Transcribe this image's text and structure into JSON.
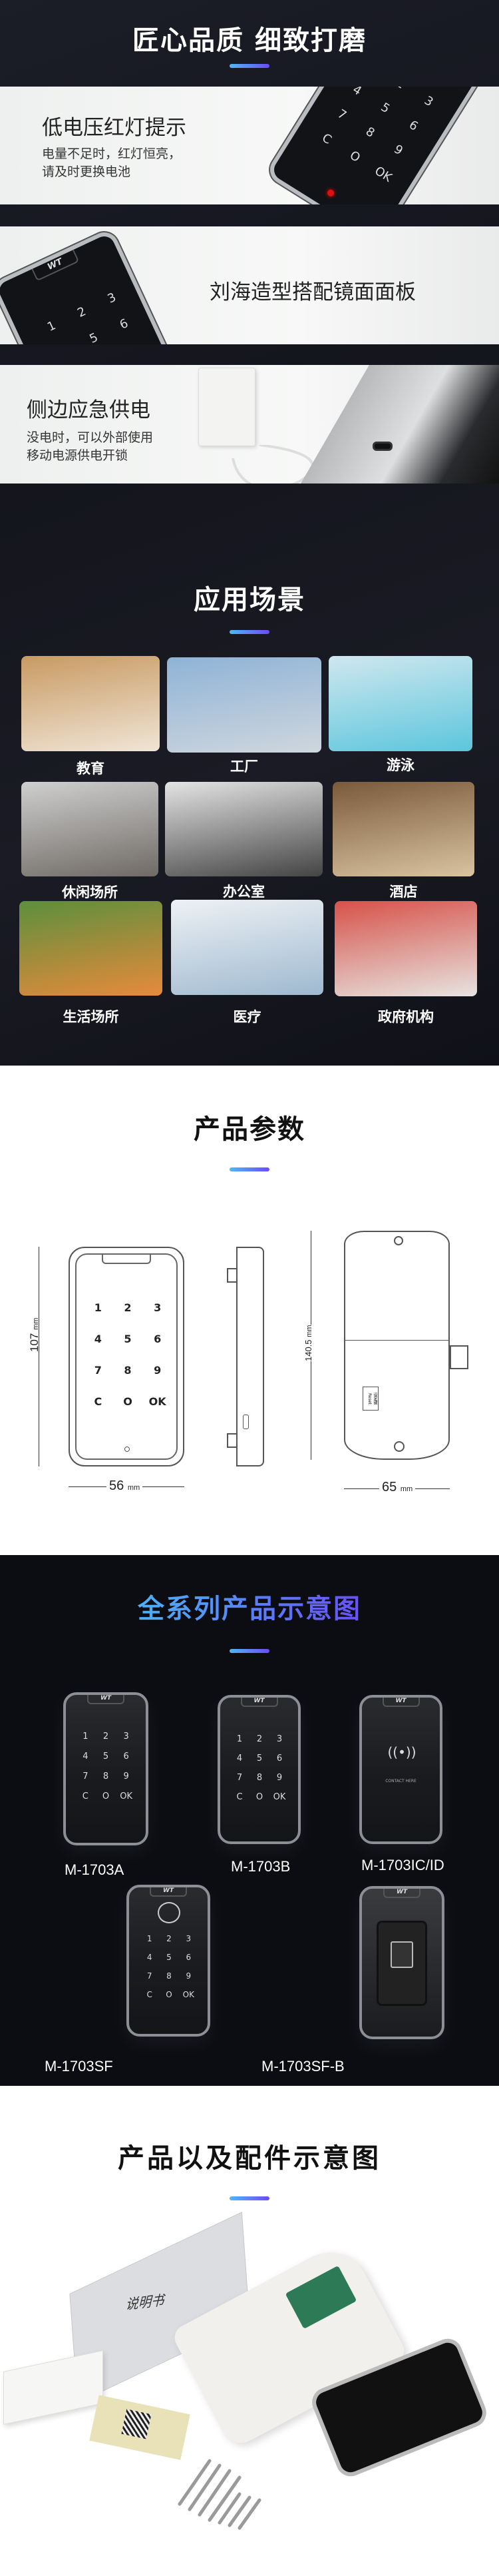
{
  "feature_section": {
    "title": "匠心品质 细致打磨",
    "panels": [
      {
        "title": "低电压红灯提示",
        "lines": [
          "电量不足时，红灯恒亮，",
          "请及时更换电池"
        ]
      },
      {
        "title": "刘海造型搭配镜面面板"
      },
      {
        "title": "侧边应急供电",
        "lines": [
          "没电时，可以外部使用",
          "移动电源供电开锁"
        ]
      }
    ]
  },
  "keypad": {
    "keys": [
      "1",
      "2",
      "3",
      "4",
      "5",
      "6",
      "7",
      "8",
      "9",
      "C",
      "O",
      "OK"
    ],
    "brand": "WT",
    "contact_text": "CONTACT HERE"
  },
  "scenes": {
    "title": "应用场景",
    "items": [
      {
        "label": "教育",
        "c1": "#c89a63",
        "c2": "#efe5d6"
      },
      {
        "label": "工厂",
        "c1": "#8fb3d6",
        "c2": "#cfd6dd"
      },
      {
        "label": "游泳",
        "c1": "#cfe7ee",
        "c2": "#5cc6dc"
      },
      {
        "label": "休闲场所",
        "c1": "#cfcfcf",
        "c2": "#6f6a65"
      },
      {
        "label": "办公室",
        "c1": "#e4e4e4",
        "c2": "#444"
      },
      {
        "label": "酒店",
        "c1": "#7a5a3a",
        "c2": "#d9c3a1"
      },
      {
        "label": "生活场所",
        "c1": "#5c8f3d",
        "c2": "#e68a3c"
      },
      {
        "label": "医疗",
        "c1": "#eef1f4",
        "c2": "#9fb9cf"
      },
      {
        "label": "政府机构",
        "c1": "#d6524a",
        "c2": "#e7e3e0"
      }
    ]
  },
  "specs": {
    "title": "产品参数",
    "width_front": "56",
    "height_front": "107",
    "width_back": "65",
    "height_back": "140.5",
    "unit": "mm",
    "reset_label": "设定键 Reset"
  },
  "series": {
    "title": "全系列产品示意图",
    "models": [
      "M-1703A",
      "M-1703B",
      "M-1703IC/ID",
      "M-1703SF",
      "M-1703SF-B"
    ]
  },
  "accessories": {
    "title": "产品以及配件示意图",
    "manual_text": "说明书"
  },
  "colors": {
    "accent_start": "#4fb7f7",
    "accent_end": "#6a4cf6",
    "led": "#e01010"
  }
}
